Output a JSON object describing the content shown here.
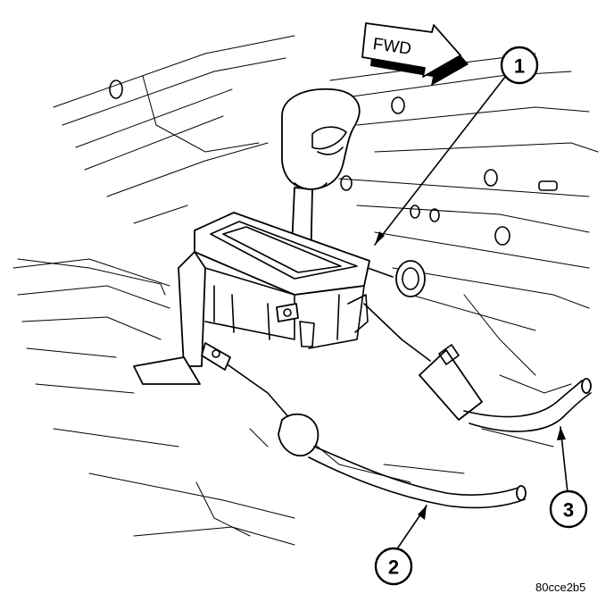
{
  "direction_arrow": {
    "label": "FWD"
  },
  "callouts": [
    {
      "number": "1"
    },
    {
      "number": "2"
    },
    {
      "number": "3"
    }
  ],
  "figure_code": "80cce2b5"
}
